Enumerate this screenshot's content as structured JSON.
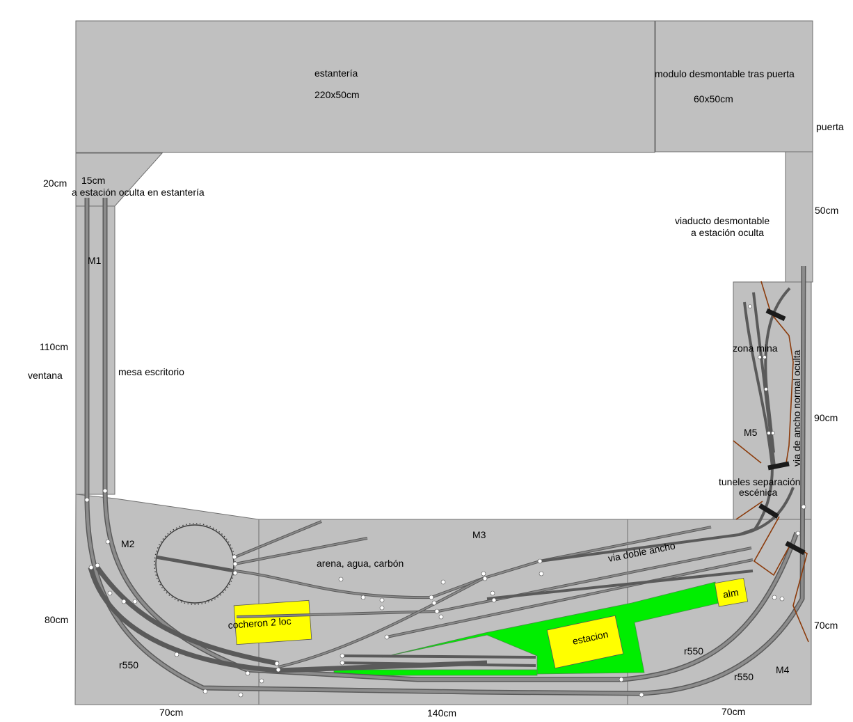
{
  "labels": {
    "shelf_name": "estantería",
    "shelf_size": "220x50cm",
    "removable_module_name": "modulo desmontable tras puerta",
    "removable_module_size": "60x50cm",
    "door": "puerta",
    "left_top_width": "20cm",
    "left_track_width": "15cm",
    "to_hidden_station": "a estación oculta en estantería",
    "right_height": "50cm",
    "viaduct_line1": "viaducto desmontable",
    "viaduct_line2": "a estación oculta",
    "module_m1": "M1",
    "left_height": "110cm",
    "window": "ventana",
    "desk": "mesa escritorio",
    "mine_zone": "zona mina",
    "normal_gauge": "via de ancho normal oculta",
    "right_mid_height": "90cm",
    "module_m5": "M5",
    "tunnels_line1": "tuneles separación",
    "tunnels_line2": "escénica",
    "module_m2": "M2",
    "module_m3": "M3",
    "sand_water_coal": "arena, agua, carbón",
    "dual_gauge": "via doble ancho",
    "warehouse": "alm",
    "bottom_left_height": "80cm",
    "engine_shed": "cocheron 2 loc",
    "station": "estacion",
    "radius_center": "r550",
    "radius_left": "r550",
    "radius_right": "r550",
    "module_m4": "M4",
    "right_bottom_height": "70cm",
    "bottom_left_width": "70cm",
    "bottom_center_width": "140cm",
    "bottom_right_width": "70cm"
  },
  "colors": {
    "board": "#c0c0c0",
    "board_edge": "#6e6e6e",
    "track": "#5a5a5a",
    "platform": "#00ee00",
    "building": "#ffff00",
    "scenery_line": "#8b3a0a",
    "tunnel_portal": "#1a1a1a"
  }
}
